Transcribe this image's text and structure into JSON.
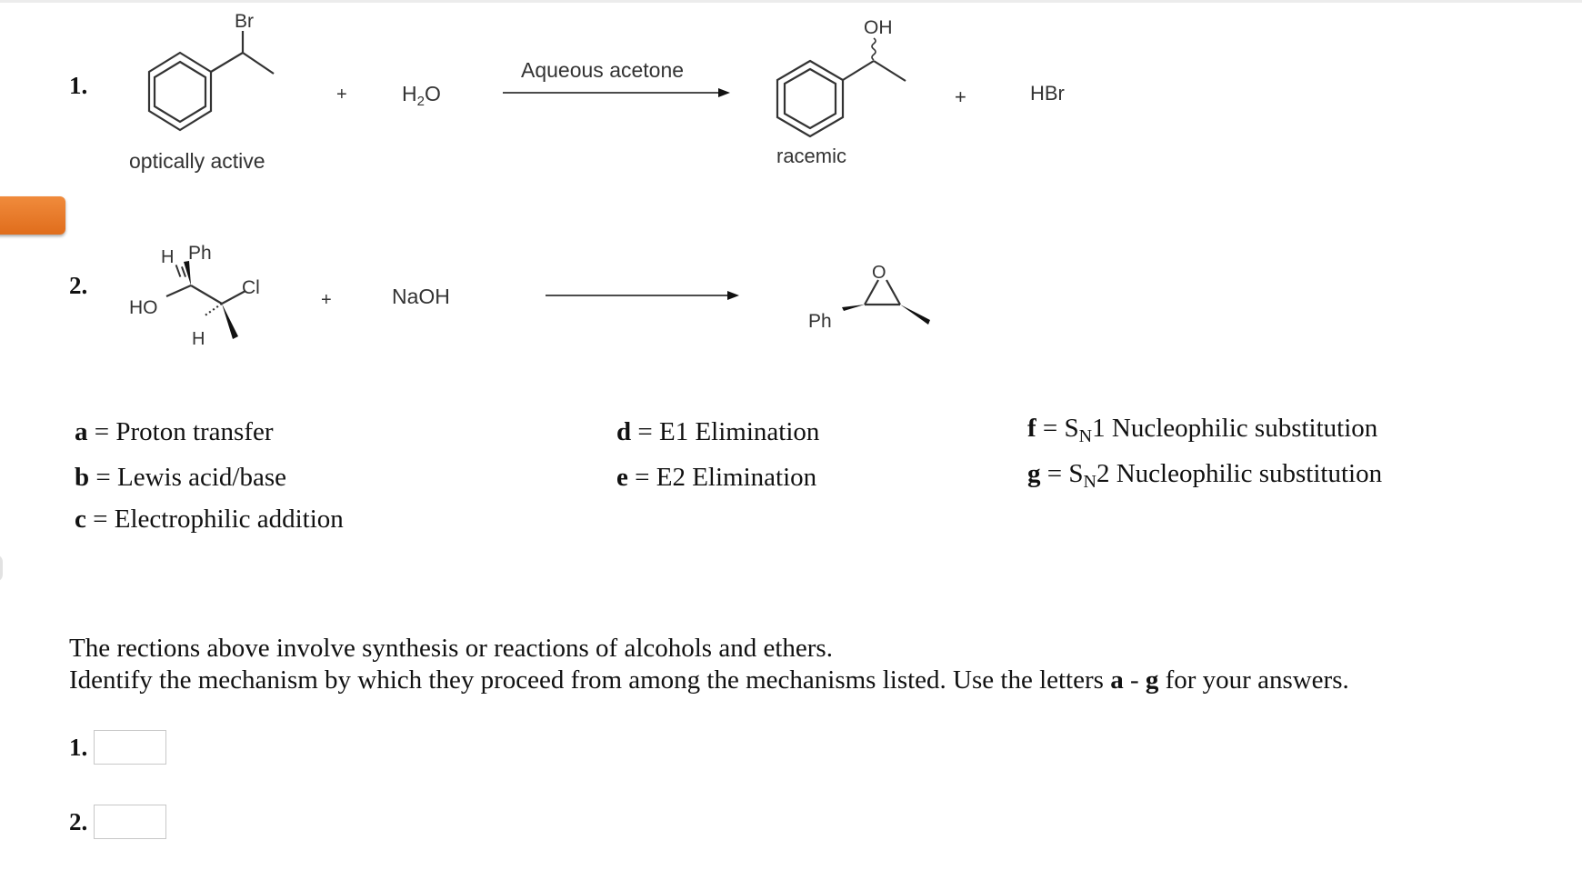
{
  "reactions": [
    {
      "number": "1.",
      "reactant_substituent": "Br",
      "reactant_note": "optically active",
      "plus": "+",
      "reagent_main": "H",
      "reagent_sub": "2",
      "reagent_tail": "O",
      "conditions": "Aqueous acetone",
      "product_substituent": "OH",
      "product_note": "racemic",
      "byproduct": "HBr"
    },
    {
      "number": "2.",
      "reactant_labels": {
        "h_top": "H",
        "ph": "Ph",
        "cl": "Cl",
        "ho": "HO",
        "h_bottom": "H"
      },
      "plus": "+",
      "reagent": "NaOH",
      "product_labels": {
        "o": "O",
        "ph": "Ph"
      }
    }
  ],
  "mechanisms": [
    {
      "letter": "a",
      "name": "Proton transfer"
    },
    {
      "letter": "b",
      "name": "Lewis acid/base"
    },
    {
      "letter": "c",
      "name": "Electrophilic addition"
    },
    {
      "letter": "d",
      "name": "E1 Elimination"
    },
    {
      "letter": "e",
      "name": "E2 Elimination"
    },
    {
      "letter": "f",
      "prefix": "S",
      "sub": "N",
      "name": "1 Nucleophilic substitution"
    },
    {
      "letter": "g",
      "prefix": "S",
      "sub": "N",
      "name": "2 Nucleophilic substitution"
    }
  ],
  "equals": "=",
  "instructions": {
    "line1": "The rections above involve synthesis or reactions of alcohols and ethers.",
    "line2_before": "Identify the mechanism by which they proceed from among the mechanisms listed. Use the letters ",
    "range_start": "a",
    "range_dash": " - ",
    "range_end": "g",
    "line2_after": " for your answers."
  },
  "answers": [
    {
      "label": "1.",
      "value": ""
    },
    {
      "label": "2.",
      "value": ""
    }
  ]
}
